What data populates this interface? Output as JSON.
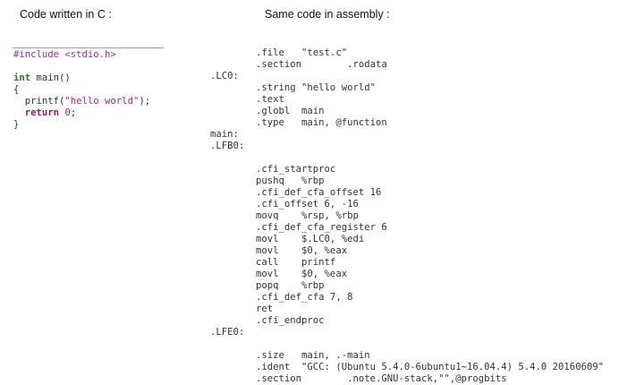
{
  "headings": {
    "left": "Code written in C :",
    "right": "Same code in assembly :"
  },
  "c_code": {
    "lines": [
      [
        {
          "t": "#include ",
          "k": "preproc"
        },
        {
          "t": "<stdio.h>",
          "k": "header"
        }
      ],
      [],
      [
        {
          "t": "int",
          "k": "type"
        },
        {
          "t": " main()",
          "k": "plain"
        }
      ],
      [
        {
          "t": "{",
          "k": "plain"
        }
      ],
      [
        {
          "t": "  printf(",
          "k": "plain"
        },
        {
          "t": "\"hello world\"",
          "k": "string"
        },
        {
          "t": ");",
          "k": "plain"
        }
      ],
      [
        {
          "t": "  ",
          "k": "plain"
        },
        {
          "t": "return",
          "k": "keyword"
        },
        {
          "t": " ",
          "k": "plain"
        },
        {
          "t": "0",
          "k": "number"
        },
        {
          "t": ";",
          "k": "plain"
        }
      ],
      [
        {
          "t": "}",
          "k": "plain"
        }
      ]
    ]
  },
  "asm_code": {
    "lines": [
      "        .file   \"test.c\"",
      "        .section        .rodata",
      ".LC0:",
      "        .string \"hello world\"",
      "        .text",
      "        .globl  main",
      "        .type   main, @function",
      "main:",
      ".LFB0:",
      "",
      "        .cfi_startproc",
      "        pushq   %rbp",
      "        .cfi_def_cfa_offset 16",
      "        .cfi_offset 6, -16",
      "        movq    %rsp, %rbp",
      "        .cfi_def_cfa_register 6",
      "        movl    $.LC0, %edi",
      "        movl    $0, %eax",
      "        call    printf",
      "        movl    $0, %eax",
      "        popq    %rbp",
      "        .cfi_def_cfa 7, 8",
      "        ret",
      "        .cfi_endproc",
      ".LFE0:",
      "",
      "        .size   main, .-main",
      "        .ident  \"GCC: (Ubuntu 5.4.0-6ubuntu1~16.04.4) 5.4.0 20160609\"",
      "        .section        .note.GNU-stack,\"\",@progbits"
    ]
  }
}
